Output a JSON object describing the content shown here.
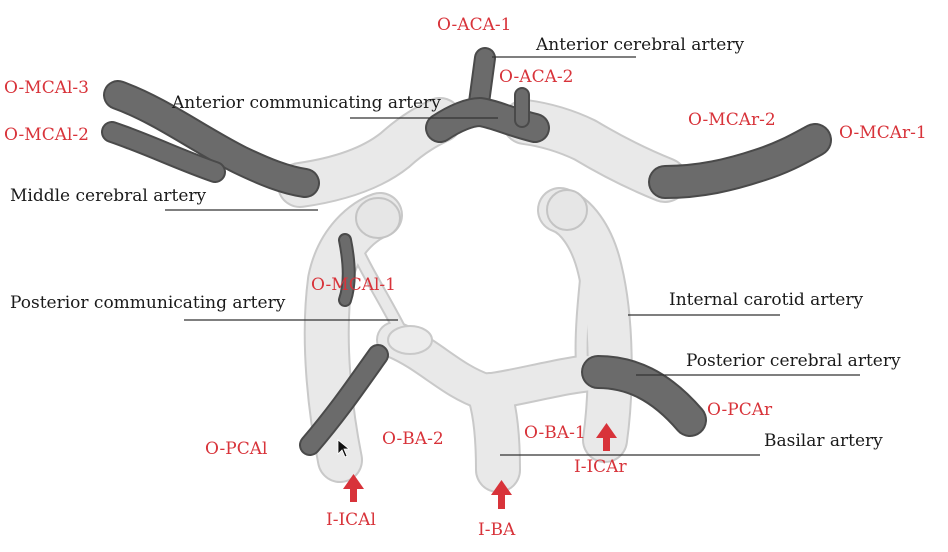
{
  "anatomy_labels": {
    "anterior_cerebral": "Anterior cerebral artery",
    "anterior_communicating": "Anterior communicating artery",
    "middle_cerebral": "Middle cerebral artery",
    "posterior_communicating": "Posterior communicating artery",
    "internal_carotid": "Internal carotid artery",
    "posterior_cerebral": "Posterior cerebral artery",
    "basilar": "Basilar artery"
  },
  "boundary_labels": {
    "o_aca_1": "O-ACA-1",
    "o_aca_2": "O-ACA-2",
    "o_mcal_3": "O-MCAl-3",
    "o_mcal_2": "O-MCAl-2",
    "o_mcal_1": "O-MCAl-1",
    "o_mcar_2": "O-MCAr-2",
    "o_mcar_1": "O-MCAr-1",
    "o_pcal": "O-PCAl",
    "o_pcar": "O-PCAr",
    "o_ba_2": "O-BA-2",
    "o_ba_1": "O-BA-1",
    "i_ical": "I-ICAl",
    "i_icar": "I-ICAr",
    "i_ba": "I-BA"
  },
  "colors": {
    "outlet_gray": "#6b6b6b",
    "vessel_white": "#e9e9e9",
    "label_red": "#d8333a",
    "label_black": "#1a1a1a"
  }
}
